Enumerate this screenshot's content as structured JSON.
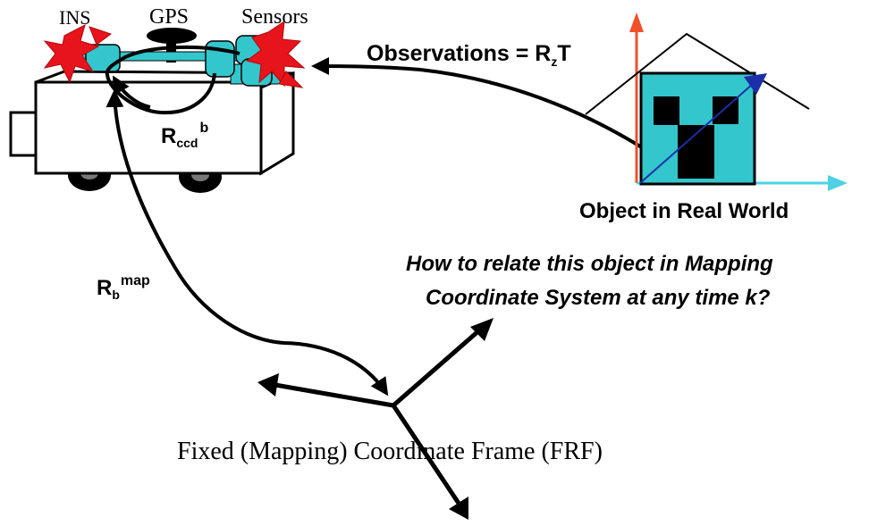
{
  "labels": {
    "ins": "INS",
    "gps": "GPS",
    "sensors": "Sensors",
    "observations_main": "Observations = R",
    "observations_sub": "z",
    "observations_tail": "T",
    "rccd_main": "R",
    "rccd_sub": "ccd",
    "rccd_sup": "b",
    "rbmap_main": "R",
    "rbmap_sub": "b",
    "rbmap_sup": "map",
    "object_label": "Object in Real World",
    "question_line1": "How to relate this object in Mapping",
    "question_line2": "Coordinate System at any time k?",
    "frame_label": "Fixed (Mapping) Coordinate Frame (FRF)"
  },
  "colors": {
    "ink": "#000000",
    "house_fill": "#33c6cc",
    "sensor_cyan": "#33c6cc",
    "marker_red": "#e8141b",
    "axis_up": "#f0502a",
    "axis_right": "#4fd0e4",
    "diag_arrow": "#1a2fa8",
    "vehicle_fill": "#ffffff"
  },
  "icons": {
    "vehicle": "mapping-vehicle-icon",
    "house": "house-icon"
  }
}
